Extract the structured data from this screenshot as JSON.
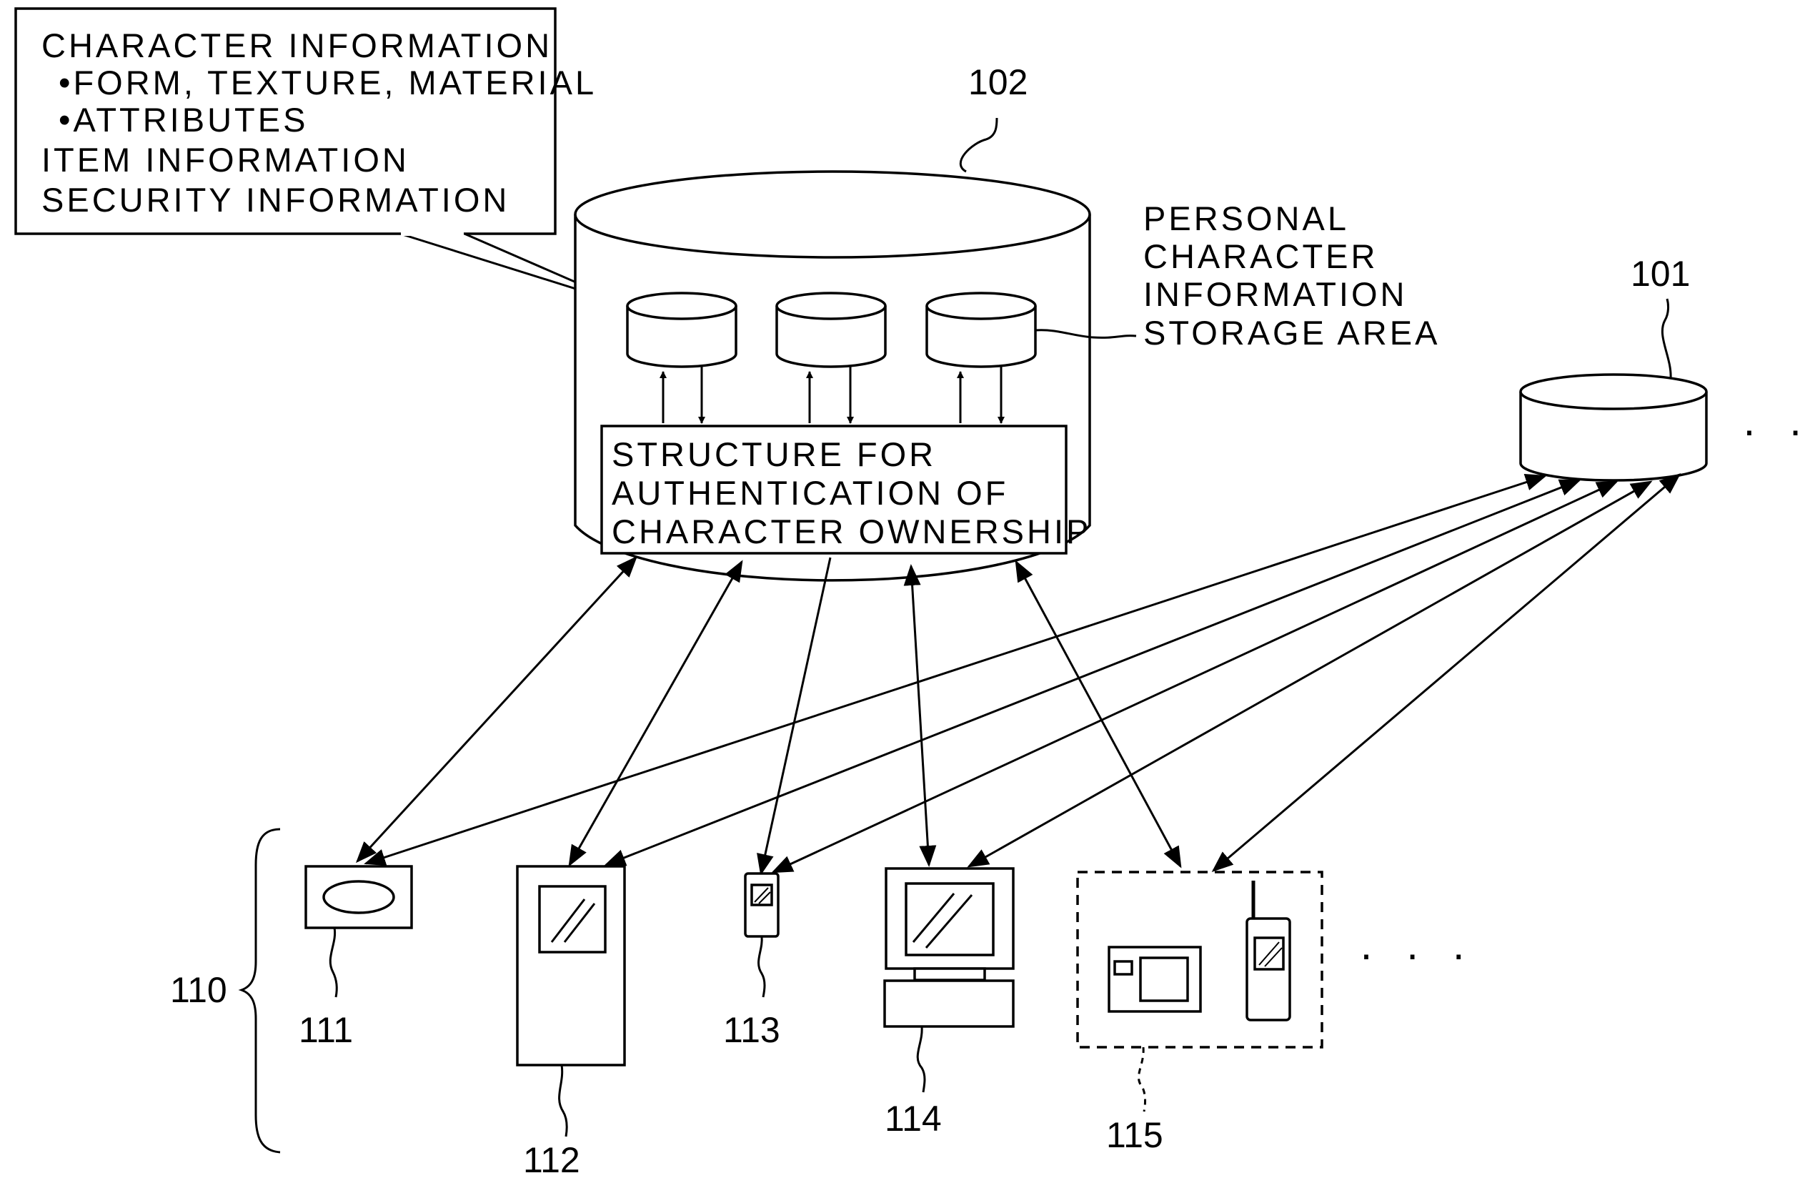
{
  "info_box": {
    "lines": [
      "CHARACTER  INFORMATION",
      "•FORM,  TEXTURE,  MATERIAL",
      "•ATTRIBUTES",
      "ITEM  INFORMATION",
      "SECURITY  INFORMATION"
    ]
  },
  "server_102": {
    "ref": "102",
    "storage_label": [
      "PERSONAL",
      "CHARACTER",
      "INFORMATION",
      "STORAGE  AREA"
    ],
    "auth_box": [
      "STRUCTURE  FOR",
      "AUTHENTICATION  OF",
      "CHARACTER  OWNERSHIP"
    ]
  },
  "server_101": {
    "ref": "101",
    "more": "· · ·"
  },
  "terminals": {
    "group_ref": "110",
    "more": "· · ·",
    "items": [
      {
        "ref": "111"
      },
      {
        "ref": "112"
      },
      {
        "ref": "113"
      },
      {
        "ref": "114"
      },
      {
        "ref": "115"
      }
    ]
  }
}
